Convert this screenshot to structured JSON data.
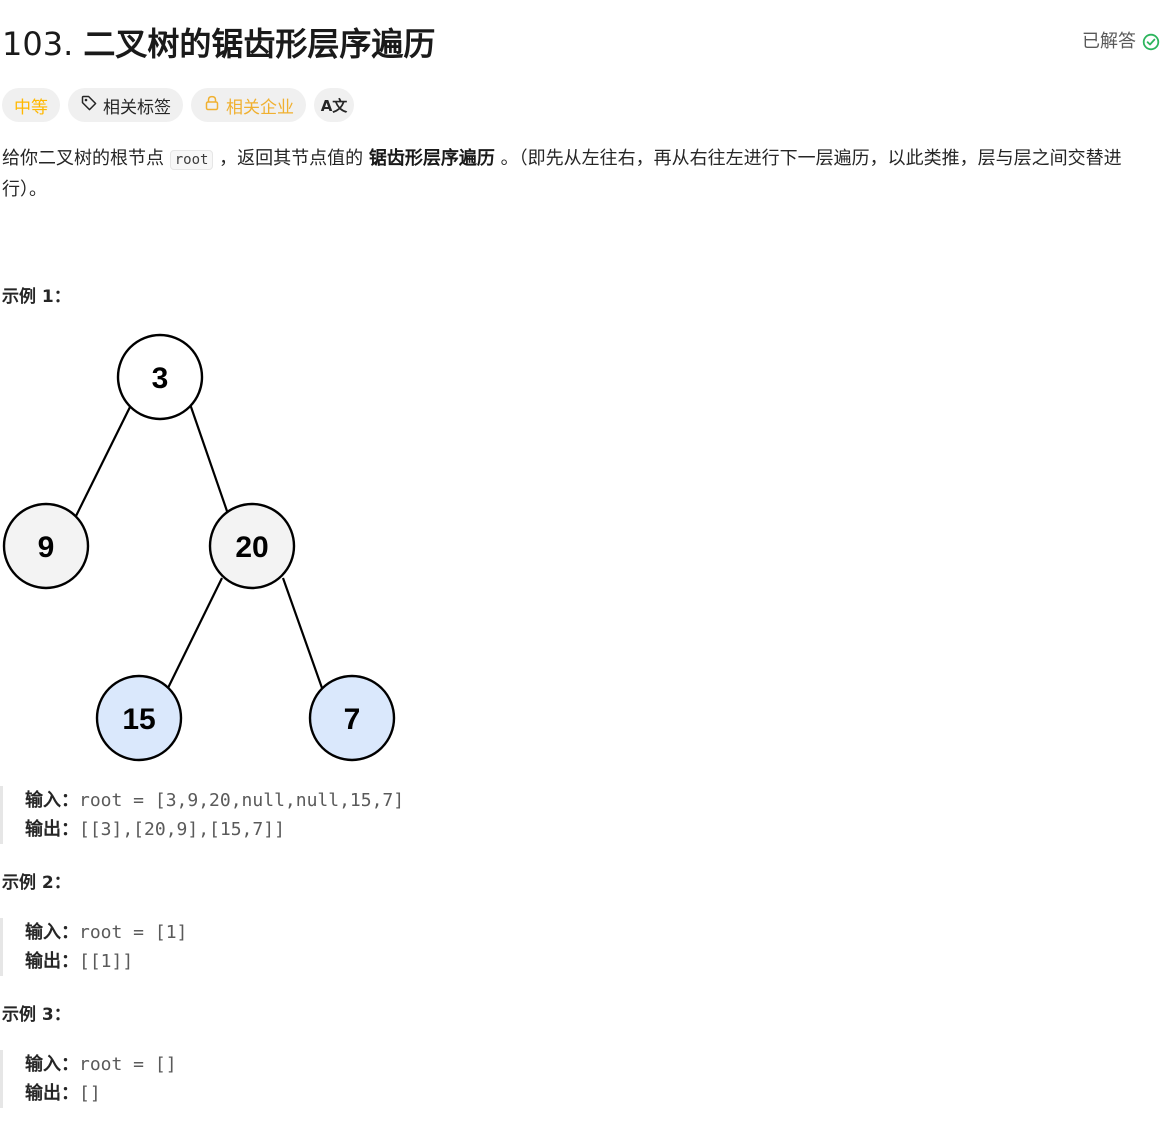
{
  "problem": {
    "number": "103.",
    "name": "二叉树的锯齿形层序遍历",
    "status_label": "已解答"
  },
  "tags": {
    "difficulty": "中等",
    "related_tags": "相关标签",
    "related_companies": "相关企业",
    "translate": "A文"
  },
  "description": {
    "part1": "给你二叉树的根节点 ",
    "code": "root",
    "part2": " ，返回其节点值的 ",
    "bold": "锯齿形层序遍历",
    "part3": " 。（即先从左往右，再从右往左进行下一层遍历，以此类推，层与层之间交替进行）。"
  },
  "examples": [
    {
      "label": "示例 1：",
      "input_key": "输入：",
      "input_value": "root = [3,9,20,null,null,15,7]",
      "output_key": "输出：",
      "output_value": "[[3],[20,9],[15,7]]"
    },
    {
      "label": "示例 2：",
      "input_key": "输入：",
      "input_value": "root = [1]",
      "output_key": "输出：",
      "output_value": "[[1]]"
    },
    {
      "label": "示例 3：",
      "input_key": "输入：",
      "input_value": "root = []",
      "output_key": "输出：",
      "output_value": "[]"
    }
  ],
  "tree": {
    "nodes": [
      "3",
      "9",
      "20",
      "15",
      "7"
    ],
    "colors": {
      "default_fill": "#f3f3f3",
      "highlight_fill": "#dae8fc",
      "stroke": "#000000"
    }
  },
  "colors": {
    "difficulty": "#ffb800",
    "solved_check": "#2db55d"
  }
}
